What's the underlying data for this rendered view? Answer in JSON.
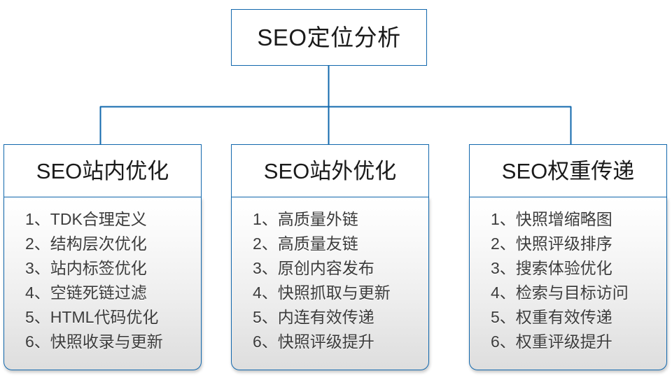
{
  "diagram": {
    "type": "org-tree",
    "colors": {
      "border": "#1268ad",
      "connector": "#1268ad",
      "header_fill": "#ffffff",
      "body_fill_top": "#ffffff",
      "body_fill_bottom": "#dedede",
      "title_text": "#1a1a1a",
      "list_text": "#3c3c3c"
    },
    "root": {
      "title": "SEO定位分析"
    },
    "branches": [
      {
        "title": "SEO站内优化",
        "items": [
          "1、TDK合理定义",
          "2、结构层次优化",
          "3、站内标签优化",
          "4、空链死链过滤",
          "5、HTML代码优化",
          "6、快照收录与更新"
        ]
      },
      {
        "title": "SEO站外优化",
        "items": [
          "1、高质量外链",
          "2、高质量友链",
          "3、原创内容发布",
          "4、快照抓取与更新",
          "5、内连有效传递",
          "6、快照评级提升"
        ]
      },
      {
        "title": "SEO权重传递",
        "items": [
          "1、快照增缩略图",
          "2、快照评级排序",
          "3、搜索体验优化",
          "4、检索与目标访问",
          "5、权重有效传递",
          "6、权重评级提升"
        ]
      }
    ]
  }
}
